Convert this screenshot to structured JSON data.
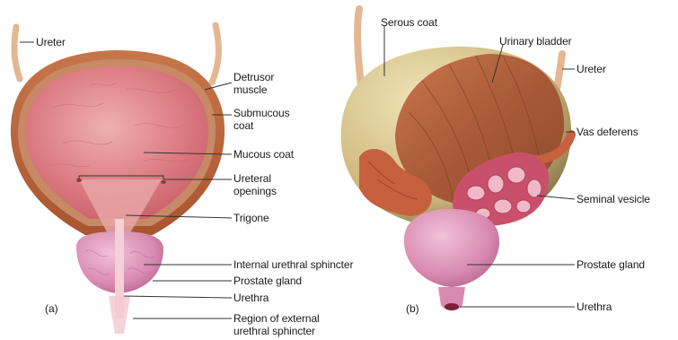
{
  "panel_a": {
    "tag": "(a)",
    "labels": {
      "ureter": "Ureter",
      "detrusor_1": "Detrusor",
      "detrusor_2": "muscle",
      "submucous_1": "Submucous",
      "submucous_2": "coat",
      "mucous": "Mucous coat",
      "ureteral_1": "Ureteral",
      "ureteral_2": "openings",
      "trigone": "Trigone",
      "internal_sphincter": "Internal urethral sphincter",
      "prostate": "Prostate gland",
      "urethra": "Urethra",
      "external_1": "Region of external",
      "external_2": "urethral sphincter"
    }
  },
  "panel_b": {
    "tag": "(b)",
    "labels": {
      "serous": "Serous coat",
      "bladder": "Urinary bladder",
      "ureter": "Ureter",
      "vas": "Vas deferens",
      "seminal": "Seminal vesicle",
      "prostate": "Prostate gland",
      "urethra": "Urethra"
    }
  },
  "colors": {
    "mucosa": "#d8707a",
    "mucosa_light": "#e9a2a5",
    "muscle_wall": "#b8643a",
    "serous": "#d8c690",
    "prostate": "#d98ab0",
    "vesicle": "#c9506a",
    "ureter": "#e2b896",
    "leader": "#333333"
  }
}
